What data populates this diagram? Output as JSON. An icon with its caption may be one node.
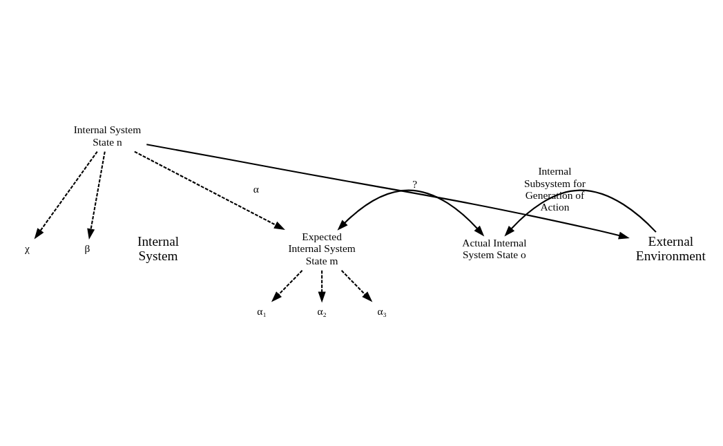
{
  "diagram": {
    "nodes": [
      {
        "text": [
          "Internal System State n"
        ]
      },
      {
        "text": [
          "χ"
        ]
      },
      {
        "text": [
          "β"
        ]
      },
      {
        "text": [
          "Expected Internal System State m"
        ]
      },
      {
        "text": [
          "Actual Internal System State o"
        ]
      },
      {
        "text": [
          "α₁"
        ]
      },
      {
        "text": [
          "α₂"
        ]
      },
      {
        "text": [
          "α₃"
        ]
      },
      {
        "text": [
          "Internal System"
        ]
      },
      {
        "text": [
          "External Environment"
        ]
      }
    ],
    "edges": [
      {
        "from": 0,
        "to": 1,
        "arrow": "to",
        "style": "dashed"
      },
      {
        "from": 0,
        "to": 2,
        "arrow": "to",
        "style": "dashed"
      },
      {
        "from": 0,
        "to": 3,
        "arrow": "to",
        "style": "dashed",
        "label": "α"
      },
      {
        "from": 0,
        "to": 9,
        "arrow": "to",
        "label": "Internal Subsystem for Generation of Action"
      },
      {
        "from": 3,
        "to": 4,
        "arrow": "both",
        "label": "?"
      },
      {
        "from": 9,
        "to": 4,
        "arrow": "to"
      },
      {
        "from": 3,
        "to": 5,
        "arrow": "to",
        "style": "dashed"
      },
      {
        "from": 3,
        "to": 6,
        "arrow": "to",
        "style": "dashed"
      },
      {
        "from": 3,
        "to": 7,
        "arrow": "to",
        "style": "dashed"
      }
    ]
  }
}
